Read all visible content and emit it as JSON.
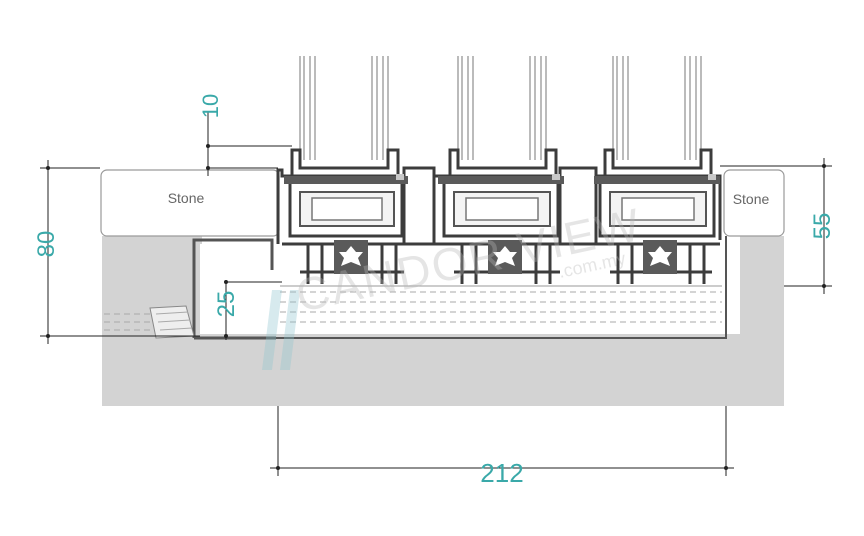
{
  "labels": {
    "stone_left": "Stone",
    "stone_right": "Stone",
    "watermark": "CANDOR VIEW",
    "watermark_sub": ".com.my"
  },
  "dimensions": {
    "d10": "10",
    "d80": "80",
    "d25": "25",
    "d55": "55",
    "d212": "212"
  },
  "colors": {
    "dimension_text": "#3aa9a9",
    "concrete": "#d3d3d3",
    "stone_stroke": "#9a9a9a",
    "profile_fill": "#5a5a5a",
    "profile_dark": "#3c3c3c",
    "dimension_line": "#222222"
  }
}
